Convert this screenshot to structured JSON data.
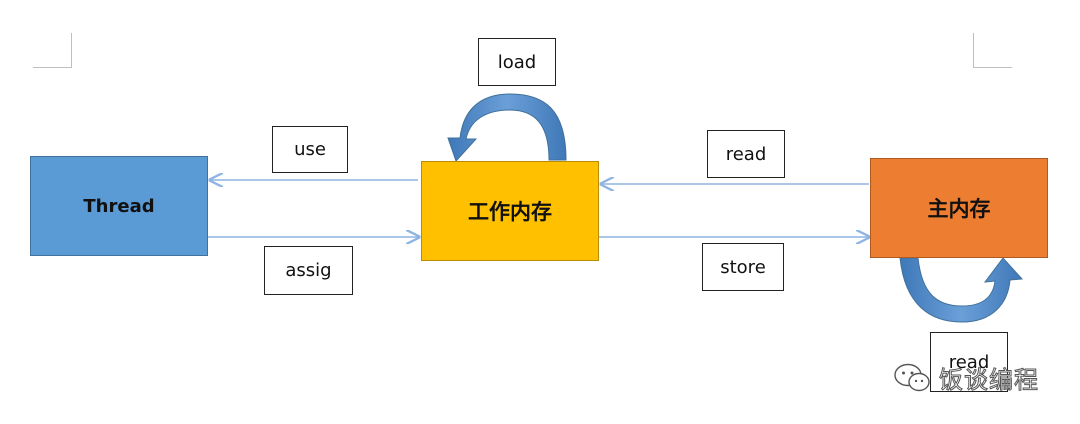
{
  "nodes": {
    "thread": "Thread",
    "working_memory": "工作内存",
    "main_memory": "主内存"
  },
  "labels": {
    "load": "load",
    "use": "use",
    "read": "read",
    "assig": "assig",
    "store": "store",
    "read_main_loop": "read"
  },
  "watermark": {
    "text": "饭谈编程",
    "icon": "wechat-icon"
  },
  "colors": {
    "thread_fill": "#5b9bd5",
    "working_fill": "#ffc000",
    "main_fill": "#ed7d31",
    "connector": "#8db4e2",
    "loop_arrow": "#4f86c6"
  }
}
